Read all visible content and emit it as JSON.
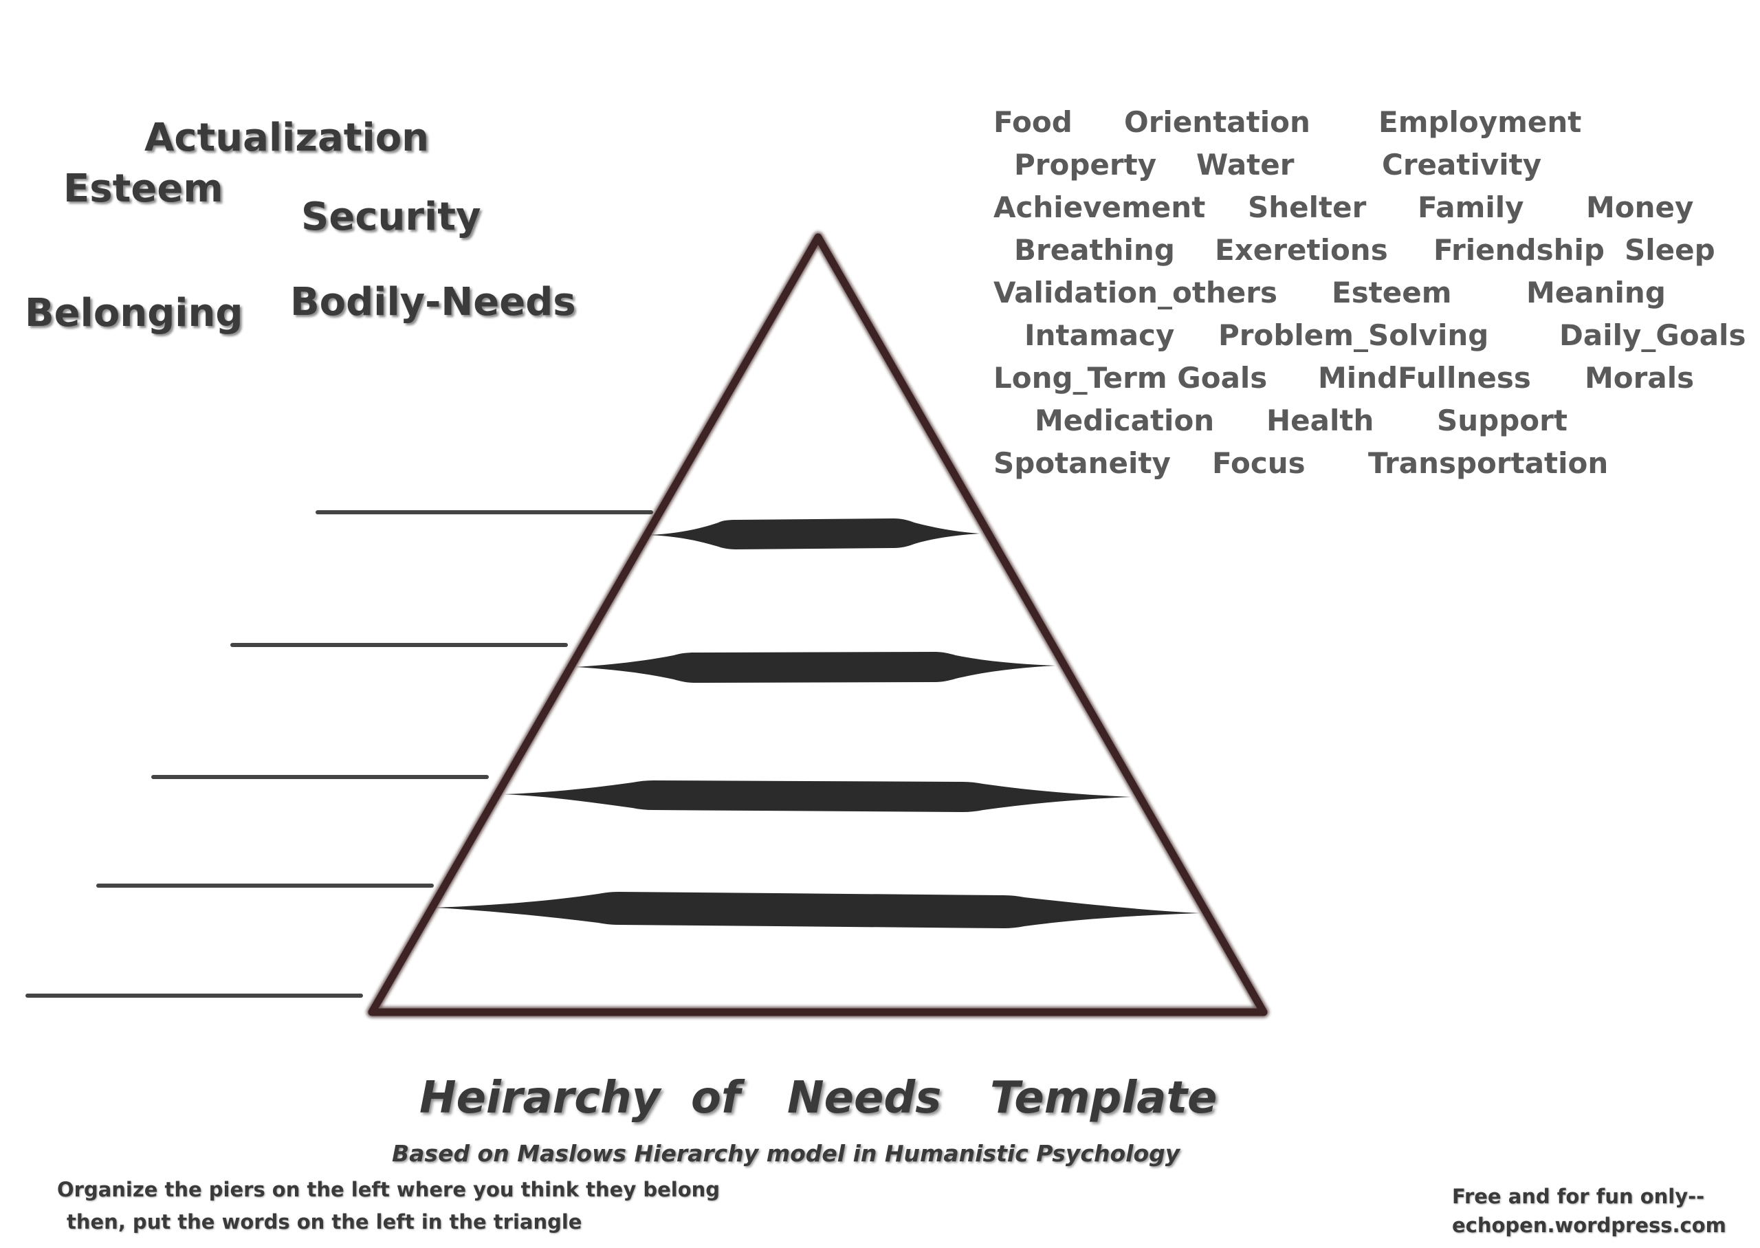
{
  "tier_labels": {
    "actualization": "Actualization",
    "esteem": "Esteem",
    "security": "Security",
    "belonging": "Belonging",
    "bodily_needs": "Bodily-Needs"
  },
  "word_bank": {
    "rows": [
      [
        "Food",
        "Orientation",
        "Employment"
      ],
      [
        "Property",
        "Water",
        "Creativity"
      ],
      [
        "Achievement",
        "Shelter",
        "Family",
        "Money"
      ],
      [
        "Breathing",
        "Exeretions",
        "Friendship",
        "Sleep"
      ],
      [
        "Validation_others",
        "Esteem",
        "Meaning"
      ],
      [
        "Intamacy",
        "Problem_Solving",
        "Daily_Goals"
      ],
      [
        "Long_Term Goals",
        "MindFullness",
        "Morals"
      ],
      [
        "Medication",
        "Health",
        "Support"
      ],
      [
        "Spotaneity",
        "Focus",
        "Transportation"
      ]
    ]
  },
  "title": {
    "words": [
      "Heirarchy",
      "of",
      "Needs",
      "Template"
    ],
    "subtitle": "Based  on  Maslows Hierarchy model in Humanistic Psychology"
  },
  "instructions": {
    "line1": "Organize the  piers on the left  where you think they belong",
    "line2": "then, put the words on the left in the triangle"
  },
  "credit": {
    "line1": "Free  and  for fun only--",
    "line2": "echopen.wordpress.com"
  },
  "colors": {
    "triangle_outline": "#3d2323",
    "divider_fill": "#2b2b2b",
    "answer_line": "#444444",
    "label_text": "#3b3b3b",
    "word_text": "#5a5a5a"
  }
}
